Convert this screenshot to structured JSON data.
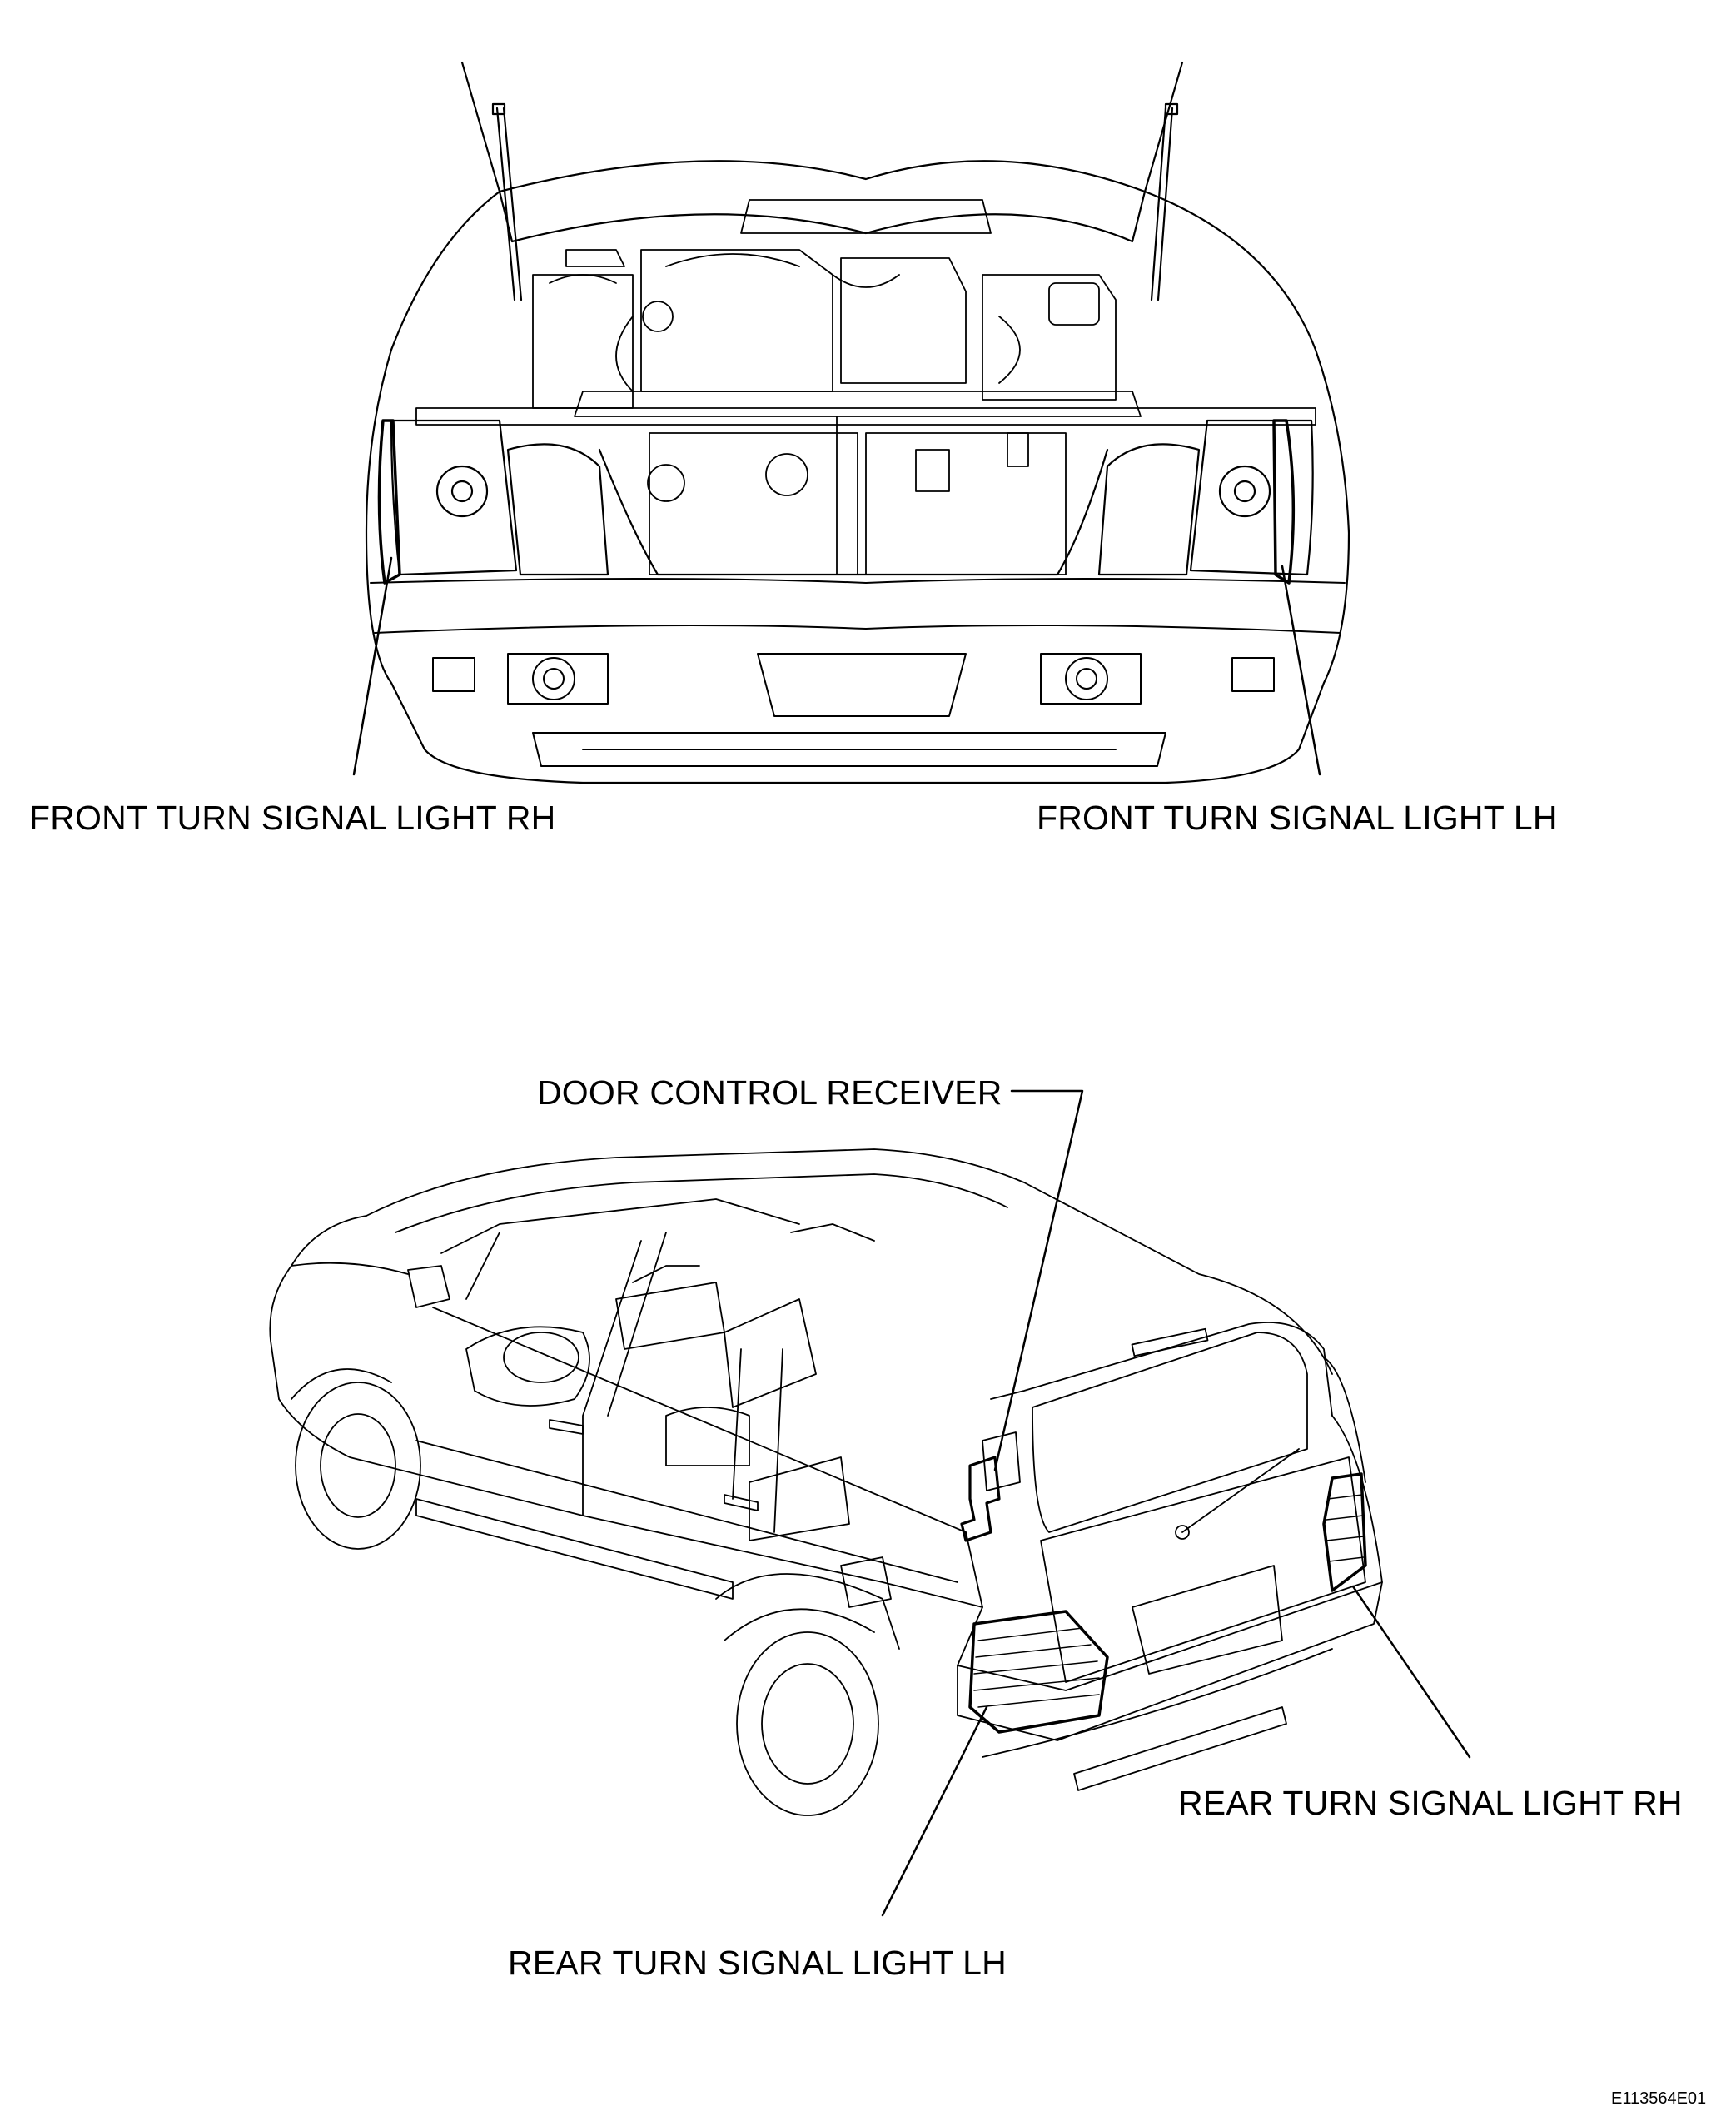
{
  "labels": {
    "front_rh": "FRONT TURN SIGNAL LIGHT RH",
    "front_lh": "FRONT TURN SIGNAL LIGHT LH",
    "door_control_receiver": "DOOR CONTROL RECEIVER",
    "rear_rh": "REAR TURN SIGNAL LIGHT RH",
    "rear_lh": "REAR TURN SIGNAL LIGHT LH"
  },
  "figure_code": "E113564E01"
}
